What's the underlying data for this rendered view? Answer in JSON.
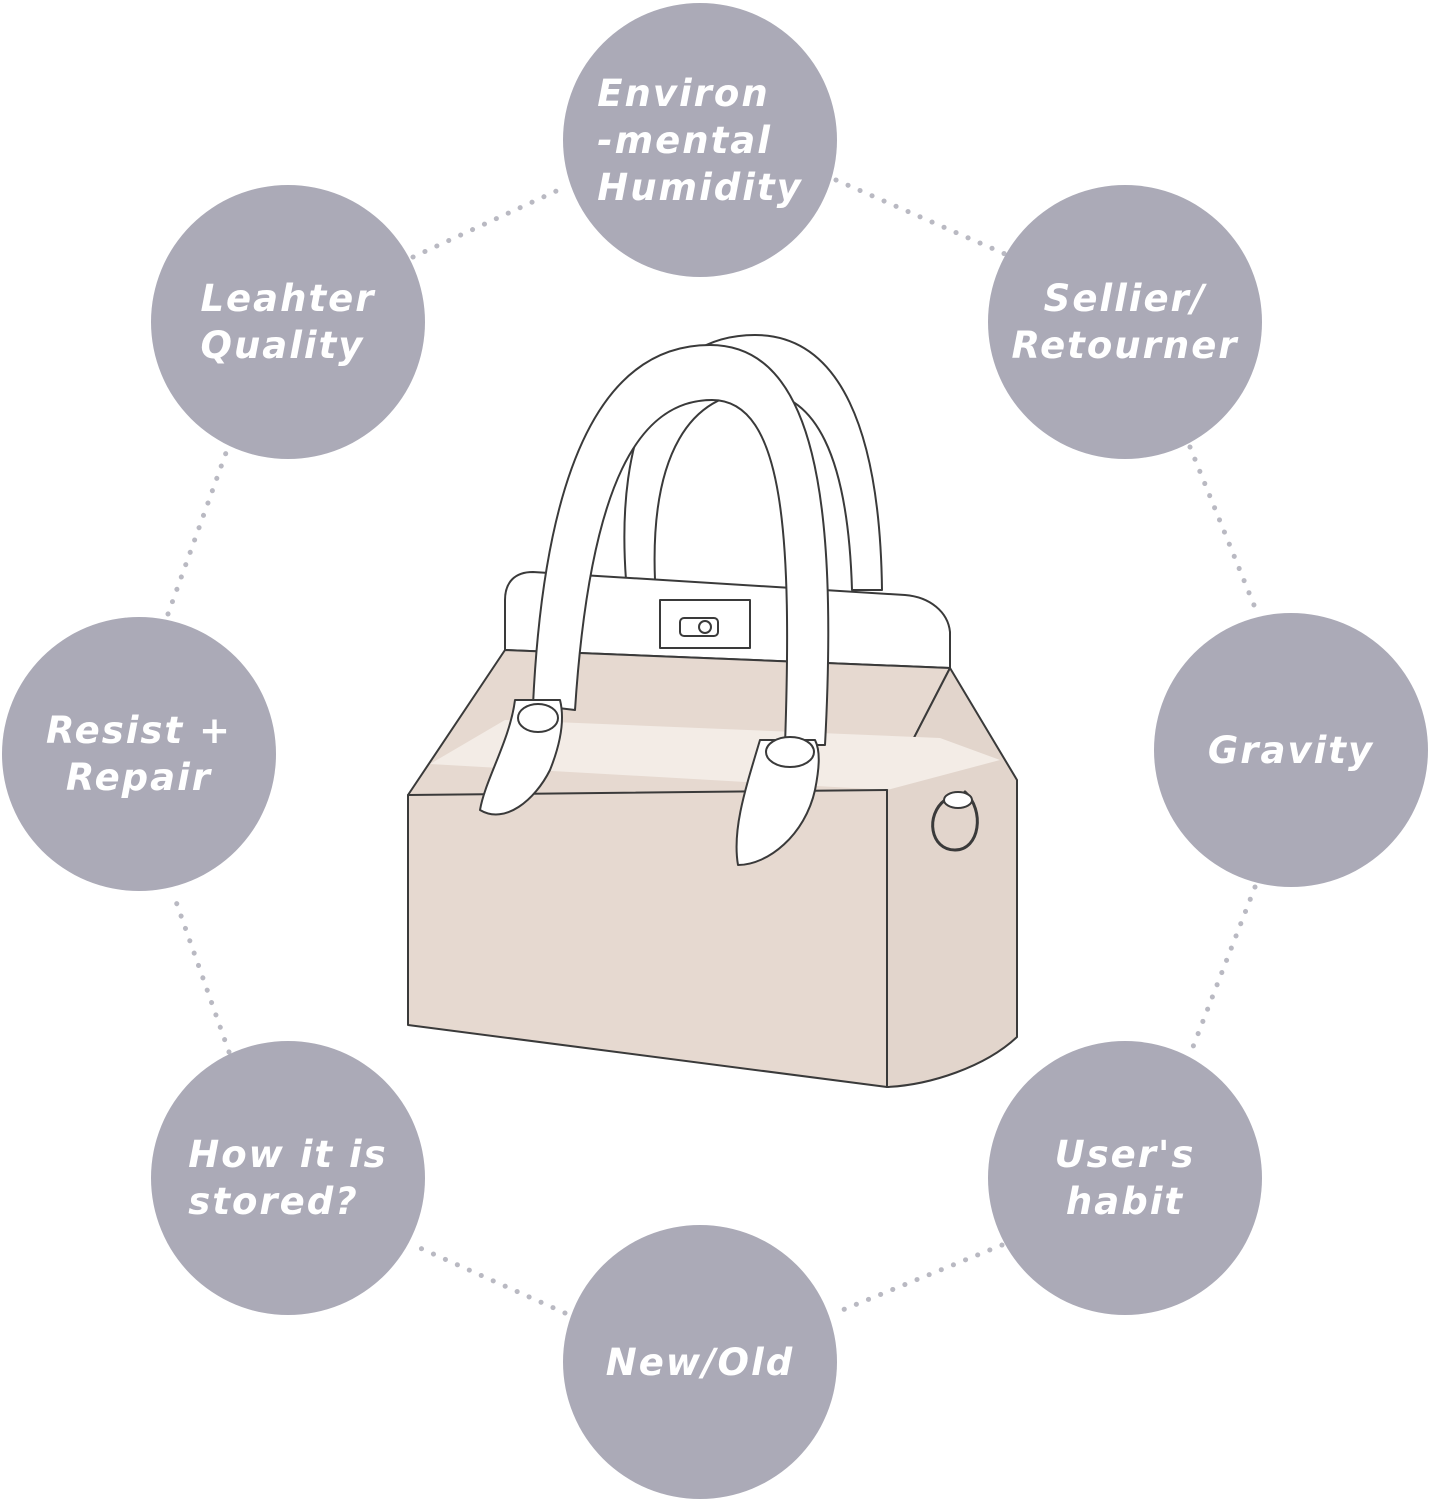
{
  "theme": {
    "circle_color": "#abaab7",
    "connector_color": "#b9b9c2",
    "text_color": "#ffffff",
    "bag_fill": "#e6d9d0",
    "bag_outline": "#3a3a3a"
  },
  "center_image": {
    "icon": "handbag-illustration"
  },
  "nodes": {
    "environmental_humidity": "Environ\n-mental\nHumidity",
    "leather_quality": "Leahter\nQuality",
    "sellier_retourner": "Sellier/\nRetourner",
    "resist_repair": "Resist +\nRepair",
    "gravity": "Gravity",
    "how_stored": "How it is\nstored?",
    "users_habit": "User's\nhabit",
    "new_old": "New/Old"
  }
}
